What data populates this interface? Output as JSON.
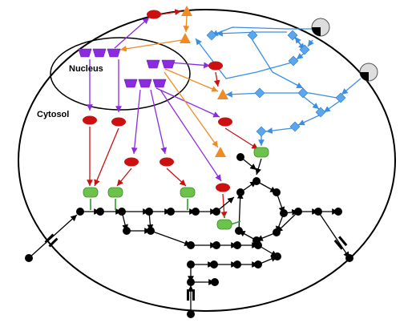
{
  "labels": {
    "nucleus": "Nucleus",
    "cytosol": "Cytosol"
  },
  "colors": {
    "gene": "#8a2be2",
    "gene_edge": "#6a1bb0",
    "mrna": "#cc1010",
    "protein": "#6cc24a",
    "metabolite": "#000000",
    "signal": "#f08a24",
    "receptor_chain": "#3a8ee6",
    "receptor_node": "#5aa7f0",
    "membrane": "#000000"
  },
  "legend_glyphs": {
    "gene": "trapezoid",
    "mrna": "red-ellipse",
    "protein": "green-rounded-rect",
    "metabolite": "black-dot",
    "signal": "orange-triangle",
    "kinase": "blue-diamond",
    "receptor": "pie-circle"
  }
}
